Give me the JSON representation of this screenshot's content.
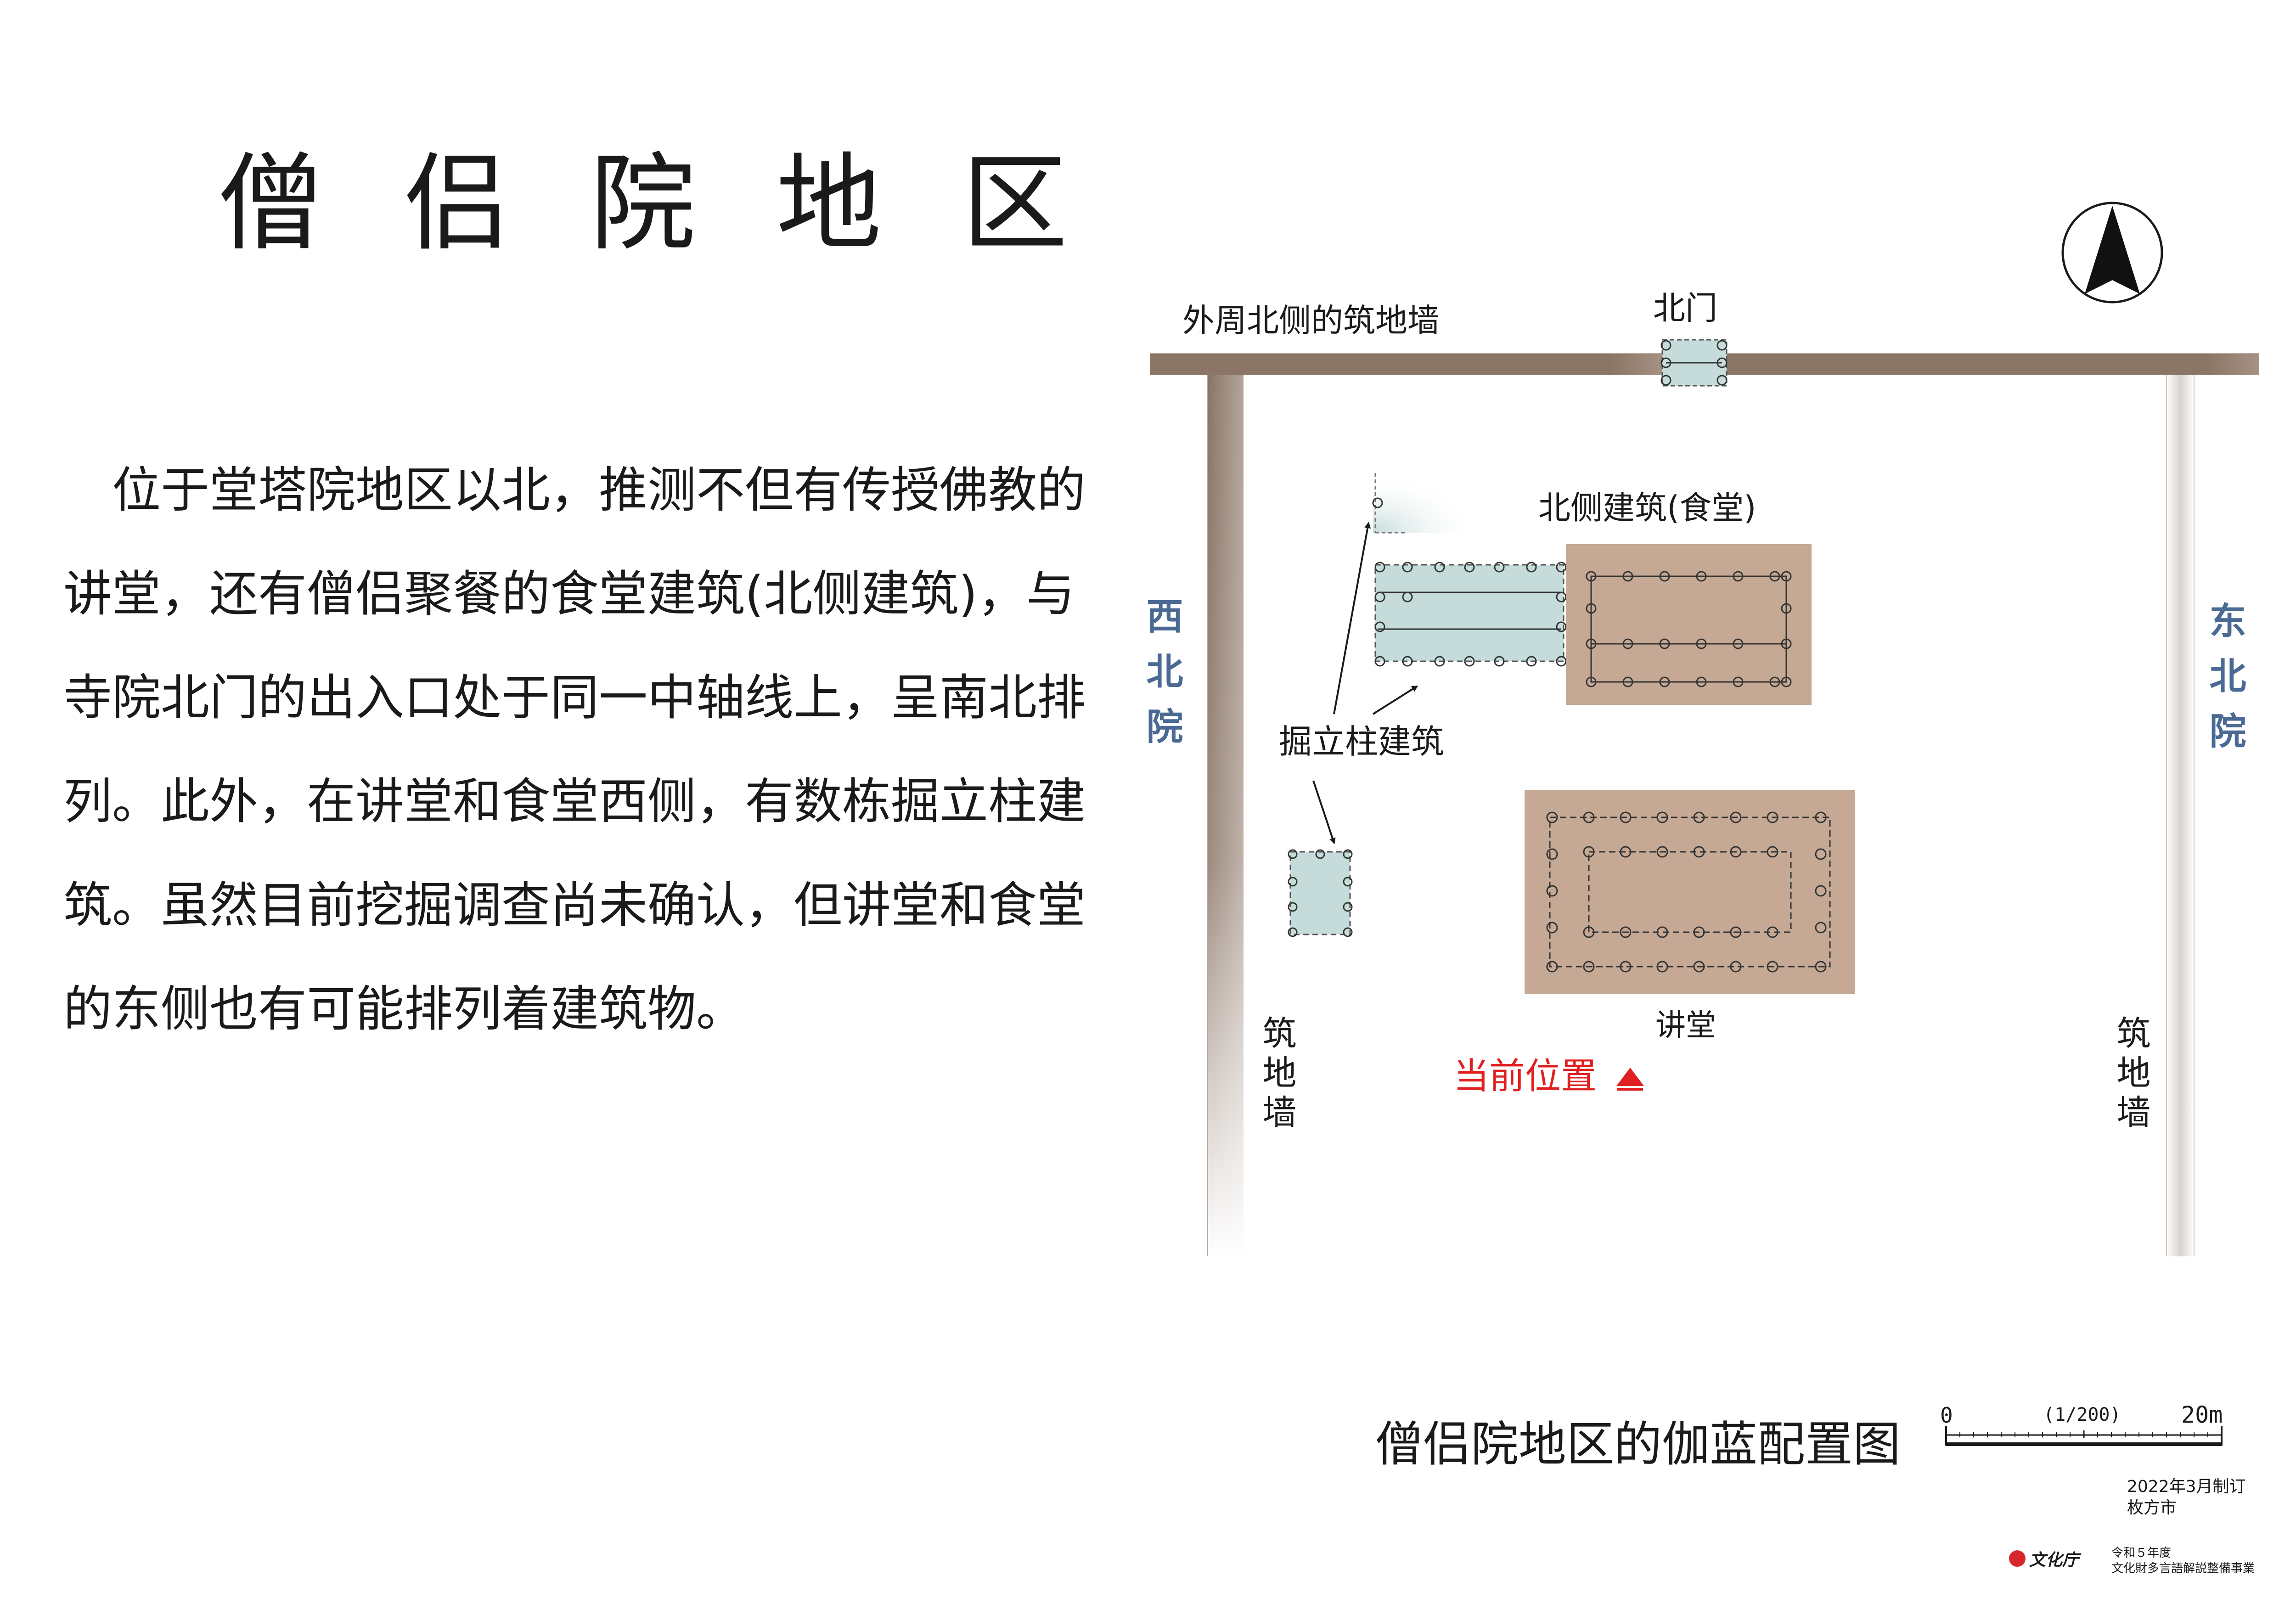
{
  "page": {
    "title": "僧侣院地区",
    "body": "位于堂塔院地区以北，推测不但有传授佛教的讲堂，还有僧侣聚餐的食堂建筑(北侧建筑)，与寺院北门的出入口处于同一中轴线上，呈南北排列。此外，在讲堂和食堂西侧，有数栋掘立柱建筑。虽然目前挖掘调查尚未确认，但讲堂和食堂的东侧也有可能排列着建筑物。"
  },
  "map": {
    "north_wall_label": "外周北侧的筑地墙",
    "north_gate_label": "北门",
    "refectory_label": "北侧建筑(食堂)",
    "pillar_building_label": "掘立柱建筑",
    "lecture_hall_label": "讲堂",
    "current_position_label": "当前位置",
    "northwest_precinct_label": "西北院",
    "northeast_precinct_label": "东北院",
    "west_wall_label": "筑地墙",
    "east_wall_label": "筑地墙",
    "colors": {
      "earthen_wall": "#8a7566",
      "building_tan": "#c5a994",
      "pillar_teal": "#c5dcda",
      "precinct_label_blue": "#4a6a94",
      "current_position_red": "#e02020"
    },
    "icons": [
      "north-arrow-icon",
      "current-position-marker-icon"
    ]
  },
  "legend": {
    "title": "僧侣院地区的伽蓝配置图",
    "scale_start": "0",
    "scale_ratio": "(1/200)",
    "scale_end": "20m"
  },
  "footer": {
    "date": "2022年3月制订",
    "city": "枚方市",
    "agency": "文化庁",
    "project_line1": "令和５年度",
    "project_line2": "文化財多言語解説整備事業"
  }
}
